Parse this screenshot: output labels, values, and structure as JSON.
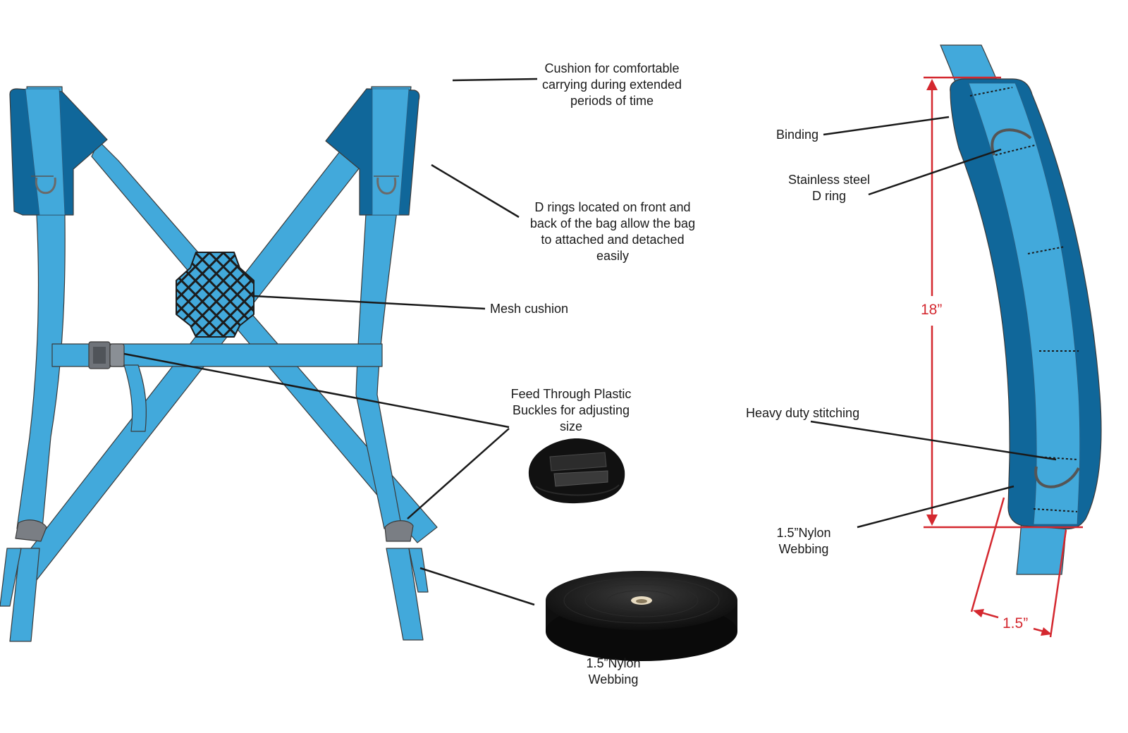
{
  "colors": {
    "strap_light": "#42a9db",
    "strap_dark": "#10679a",
    "outline": "#3a3a3a",
    "mesh": "#1c1c1c",
    "dimension": "#d4282f",
    "leader": "#1a1a1a"
  },
  "labels": {
    "cushion": "Cushion for comfortable\ncarrying during extended\nperiods of time",
    "d_rings": "D rings located on front and\nback of the bag allow the bag\nto attached and detached\neasily",
    "mesh_cushion": "Mesh cushion",
    "buckles": "Feed Through Plastic\nBuckles for adjusting\nsize",
    "webbing_roll": "1.5”Nylon\nWebbing",
    "binding": "Binding",
    "steel_dring": "Stainless steel\nD ring",
    "stitching": "Heavy duty stitching",
    "webbing_pad": "1.5”Nylon\nWebbing"
  },
  "dimensions": {
    "length": "18”",
    "width": "1.5”"
  },
  "icons": [
    "harness-illustration",
    "ladder-buckle-icon",
    "webbing-roll-icon",
    "shoulder-pad-illustration",
    "d-ring-icon"
  ]
}
